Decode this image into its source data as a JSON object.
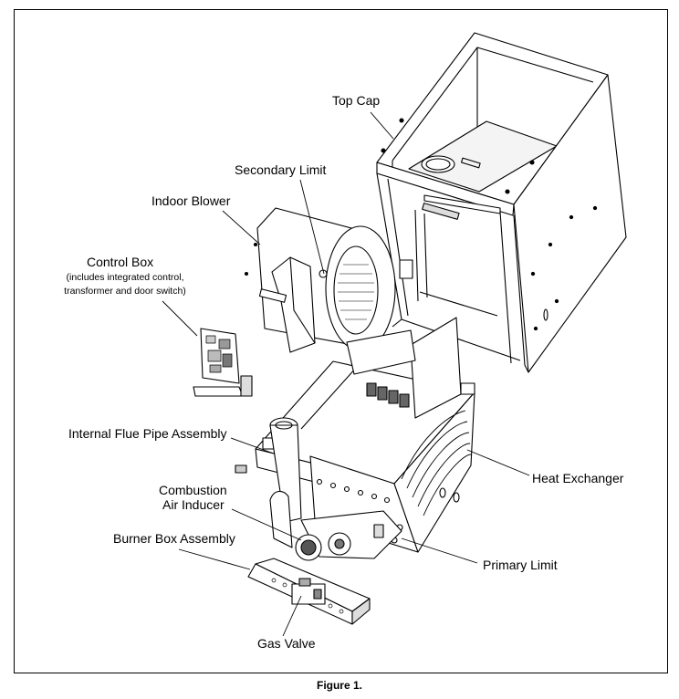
{
  "labels": {
    "top_cap": "Top Cap",
    "secondary_limit": "Secondary Limit",
    "indoor_blower": "Indoor Blower",
    "control_box": "Control Box",
    "control_box_note_1": "(includes integrated control,",
    "control_box_note_2": "transformer and door switch)",
    "internal_flue_pipe": "Internal Flue Pipe Assembly",
    "heat_exchanger": "Heat Exchanger",
    "combustion_1": "Combustion",
    "combustion_2": "Air Inducer",
    "burner_box": "Burner Box Assembly",
    "primary_limit": "Primary Limit",
    "gas_valve": "Gas Valve"
  },
  "caption": "Figure 1."
}
